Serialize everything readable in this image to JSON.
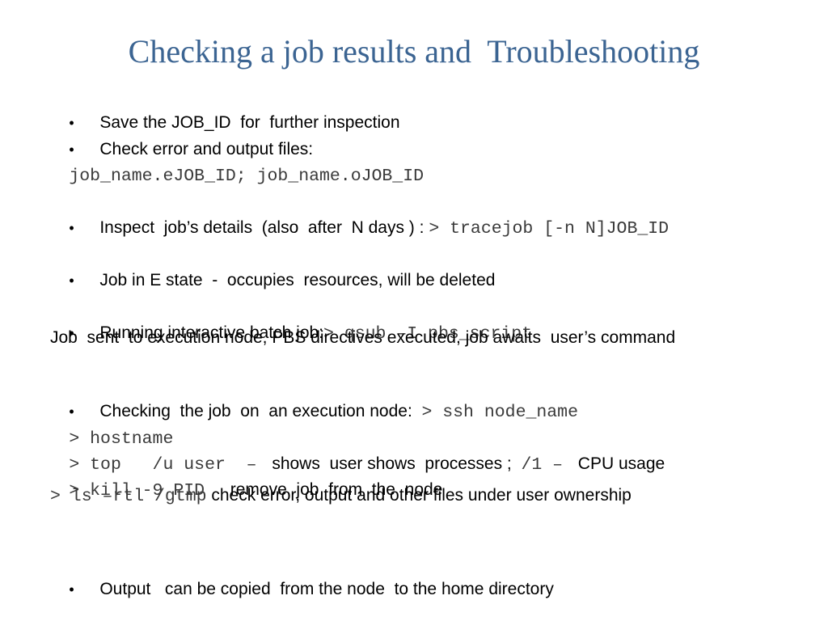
{
  "title": "Checking a job results and  Troubleshooting",
  "bullet_glyph": "•",
  "items": {
    "save_jobid": "Save the JOB_ID  for  further inspection",
    "check_files": "Check error and output files:",
    "files_code": "job_name.eJOB_ID; job_name.oJOB_ID",
    "inspect_text": "Inspect  job’s details  (also  after  N days ) : ",
    "inspect_code": "> tracejob [-n N]JOB_ID",
    "e_state": "Job in E state  -  occupies  resources, will be deleted",
    "interactive_text": "Running interactive batch job:",
    "interactive_code": "> qsub –I pbs_script",
    "job_sent": "Job  sent  to execution node, PBS directives executed, job awaits  user’s command",
    "checking_text": "Checking  the job  on  an execution node:  ",
    "checking_code": "> ssh node_name",
    "hostname_code": "> hostname",
    "top_code": "> top   /u user  – ",
    "top_text": " shows  user shows  processes ;  ",
    "top_code2": "/1 – ",
    "top_text2": " CPU usage",
    "kill_code": "> kill -9 PID  ",
    "kill_text": " remove  job  from  the  node",
    "ls_code": "> ls –rtl /gtmp",
    "ls_text": "  check  error,  output and other   files  under user ownership",
    "output_text": "Output   can be copied  from the node  to the home directory"
  }
}
